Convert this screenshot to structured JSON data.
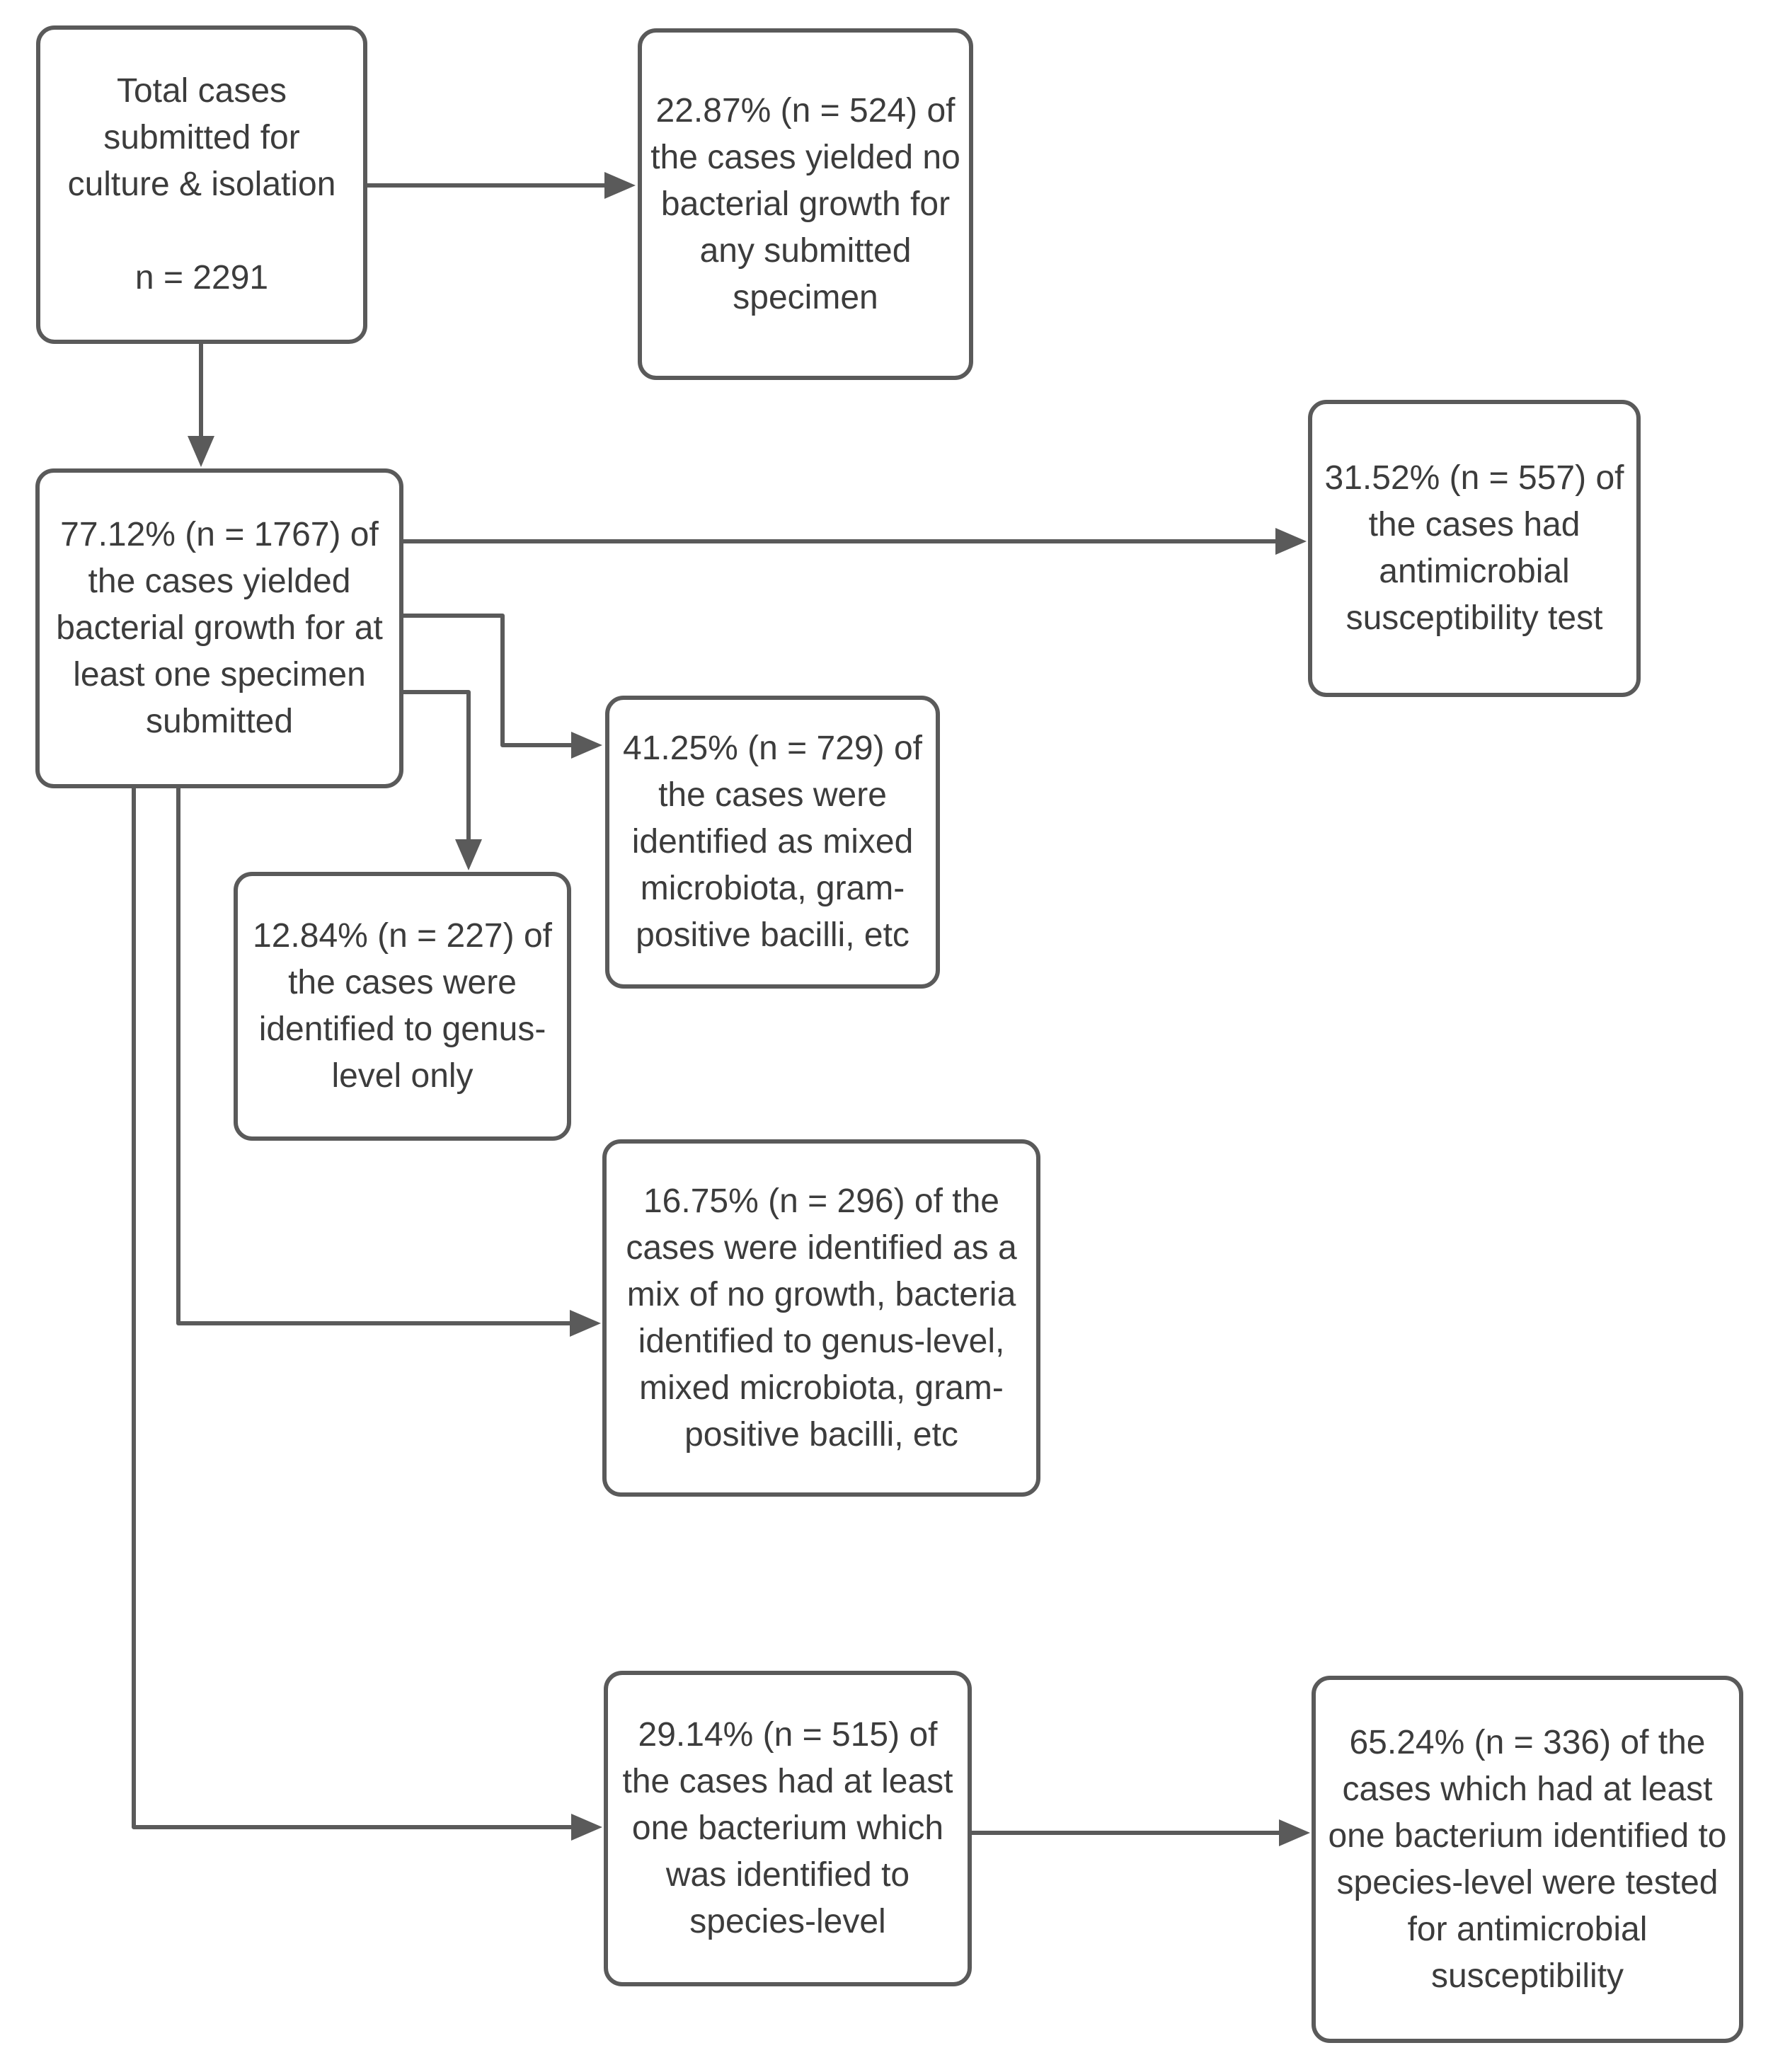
{
  "diagram": {
    "colors": {
      "line": "#5a5a5a",
      "text": "#3c3c3c",
      "background": "#ffffff"
    },
    "nodes": {
      "total_cases": {
        "text": "Total cases submitted for culture & isolation",
        "count": "n = 2291"
      },
      "no_growth": {
        "text": "22.87% (n = 524) of the cases yielded no bacterial growth for any submitted specimen"
      },
      "growth": {
        "text": "77.12% (n = 1767) of the cases yielded bacterial growth for at least one specimen submitted"
      },
      "ast": {
        "text": "31.52% (n = 557) of the cases had antimicrobial susceptibility test"
      },
      "mixed_microbiota": {
        "text": "41.25% (n = 729) of the cases were identified as mixed microbiota, gram-positive bacilli, etc"
      },
      "genus_only": {
        "text": "12.84% (n = 227) of the cases were identified to genus-level only"
      },
      "mixed_results": {
        "text": "16.75% (n = 296) of the cases were identified as a mix of no growth, bacteria identified to genus-level, mixed microbiota, gram-positive bacilli, etc"
      },
      "species_level": {
        "text": "29.14% (n = 515) of the cases had at least one bacterium which was identified to species-level"
      },
      "species_ast": {
        "text": "65.24% (n = 336) of the cases which had at least one bacterium identified to species-level were tested for antimicrobial susceptibility"
      }
    },
    "edges": [
      {
        "from": "total_cases",
        "to": "no_growth"
      },
      {
        "from": "total_cases",
        "to": "growth"
      },
      {
        "from": "growth",
        "to": "ast"
      },
      {
        "from": "growth",
        "to": "mixed_microbiota"
      },
      {
        "from": "growth",
        "to": "genus_only"
      },
      {
        "from": "growth",
        "to": "mixed_results"
      },
      {
        "from": "growth",
        "to": "species_level"
      },
      {
        "from": "species_level",
        "to": "species_ast"
      }
    ]
  }
}
